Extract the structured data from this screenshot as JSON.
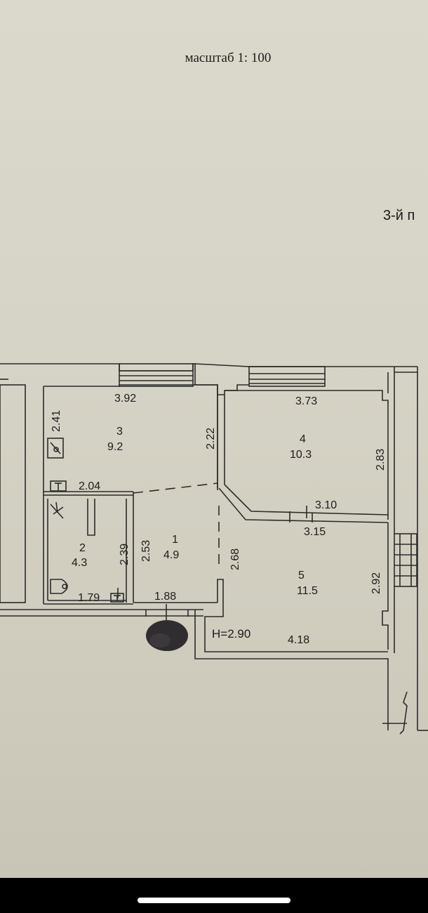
{
  "header": {
    "scale": "масштаб 1: 100",
    "floor": "3-й п"
  },
  "rooms": [
    {
      "number": "3",
      "area": "9.2"
    },
    {
      "number": "4",
      "area": "10.3"
    },
    {
      "number": "2",
      "area": "4.3"
    },
    {
      "number": "1",
      "area": "4.9"
    },
    {
      "number": "5",
      "area": "11.5"
    }
  ],
  "dimensions": {
    "d392": "3.92",
    "d373": "3.73",
    "d241": "2.41",
    "d222": "2.22",
    "d283": "2.83",
    "d204": "2.04",
    "d310": "3.10",
    "d315": "3.15",
    "d239": "2.39",
    "d253": "2.53",
    "d268": "2.68",
    "d292": "2.92",
    "d179": "1.79",
    "d188": "1.88",
    "d418": "4.18",
    "height": "H=2.90"
  },
  "colors": {
    "paper": "#d7d5c7",
    "lines": "#2a2a2a",
    "frame": "#000000"
  }
}
